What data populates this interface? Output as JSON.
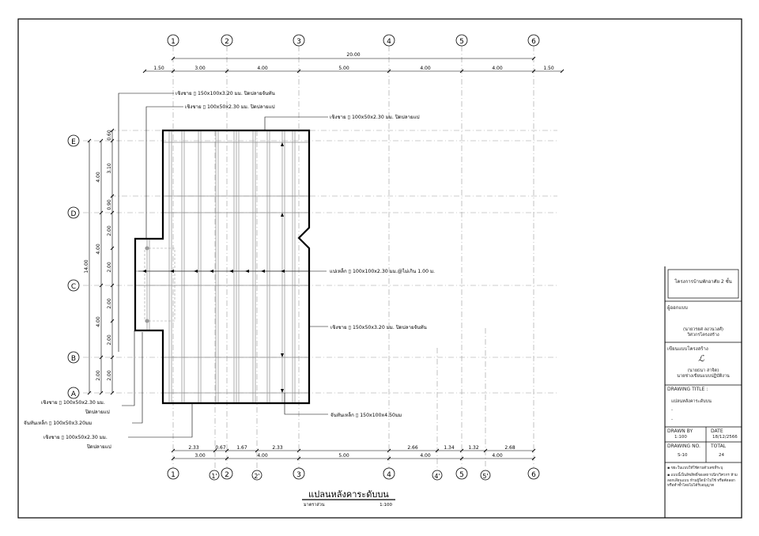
{
  "grid_columns": [
    "1",
    "2",
    "3",
    "4",
    "5",
    "6"
  ],
  "sub_columns": [
    "1'",
    "2'",
    "4'",
    "5'"
  ],
  "grid_rows": [
    "E",
    "D",
    "C",
    "B",
    "A"
  ],
  "dims_top": {
    "overall": "20.00",
    "segments": [
      "1.50",
      "3.00",
      "4.00",
      "5.00",
      "4.00",
      "4.00",
      "1.50"
    ]
  },
  "dims_bottom": {
    "sub": [
      "2.33",
      "0.67",
      "1.67",
      "2.33",
      "2.66",
      "1.34",
      "1.32",
      "2.68"
    ],
    "main": [
      "3.00",
      "4.00",
      "5.00",
      "4.00",
      "4.00"
    ]
  },
  "dims_left": {
    "overall": "14.00",
    "outer": [
      "4.00",
      "4.00",
      "4.00",
      "2.00"
    ],
    "inner": [
      "0.60",
      "3.10",
      "0.90",
      "2.00",
      "2.00",
      "2.00",
      "2.00",
      "2.00"
    ]
  },
  "labels": {
    "fascia_top1": "เชิงชาย ▯ 150x100x3.20  มม. ปิดปลายจันทัน",
    "fascia_top2": "เชิงชาย ▯ 100x50x2.30  มม. ปิดปลายแป",
    "fascia_top3": "เชิงชาย ▯ 100x50x2.30  มม.  ปิดปลายแป",
    "purlin": "แปเหล็ก ▯ 100x100x2.30  มม.@ไม่เกิน  1.00  ม.",
    "fascia_right": "เชิงชาย ▯ 150x50x3.20  มม. ปิดปลายจันทัน",
    "rafter_right": "จันทันเหล็ก ▯ 150x100x4.50มม",
    "fascia_left1a": "เชิงชาย ▯ 100x50x2.30  มม.",
    "fascia_left1b": "ปิดปลายแป",
    "rafter_left": "จันทันเหล็ก ▯ 100x50x3.20มม",
    "fascia_left2a": "เชิงชาย ▯ 100x50x2.30  มม.",
    "fascia_left2b": "ปิดปลายแป"
  },
  "drawing": {
    "title": "แปลนหลังคาระดับบน",
    "scale_label": "มาตราส่วน",
    "scale_value": "1:100"
  },
  "title_block": {
    "project": "โครงการบ้านพักอาศัย 2 ชั้น",
    "designer_label": "ผู้ออกแบบ",
    "designer_name": "(นายวรยศ ลงวนวงศ์)",
    "designer_role": "วิศวกรโครงสร้าง",
    "drafter_label": "เขียนแบบโครงสร้าง",
    "drafter_name": "(นายธนา  สาจิต)",
    "drafter_role": "นายช่างเขียนแบบปฏิบัติงาน",
    "drawing_title_label": "DRAWING TITLE :",
    "drawing_title": "แปลนหลังคาระดับบน",
    "dash1": "-",
    "dash2": "-",
    "drawn_by_label": "DRAWN BY",
    "drawn_by": "1:100",
    "date_label": "DATE",
    "date": "18/12/2566",
    "drawing_no_label": "DRAWING NO.",
    "drawing_no": "S-10",
    "total_label": "TOTAL",
    "total": "24",
    "note1": "ขยะในแบบให้ใช้ตามตัวเลขที่ระบุ",
    "note2": "แบบนี้เป็นลิขสิทธิ์ของสถาปนิก/วิศวกร ห้ามลอกเลียนแบบ ห้ามผู้ใดนำไปใช้ หรือคัดลอก หรือทำซ้ำโดยไม่ได้รับอนุญาต"
  },
  "colors": {
    "line": "#000000",
    "grid": "#9a9a9a",
    "member": "#8c8c8c",
    "text": "#111111"
  }
}
